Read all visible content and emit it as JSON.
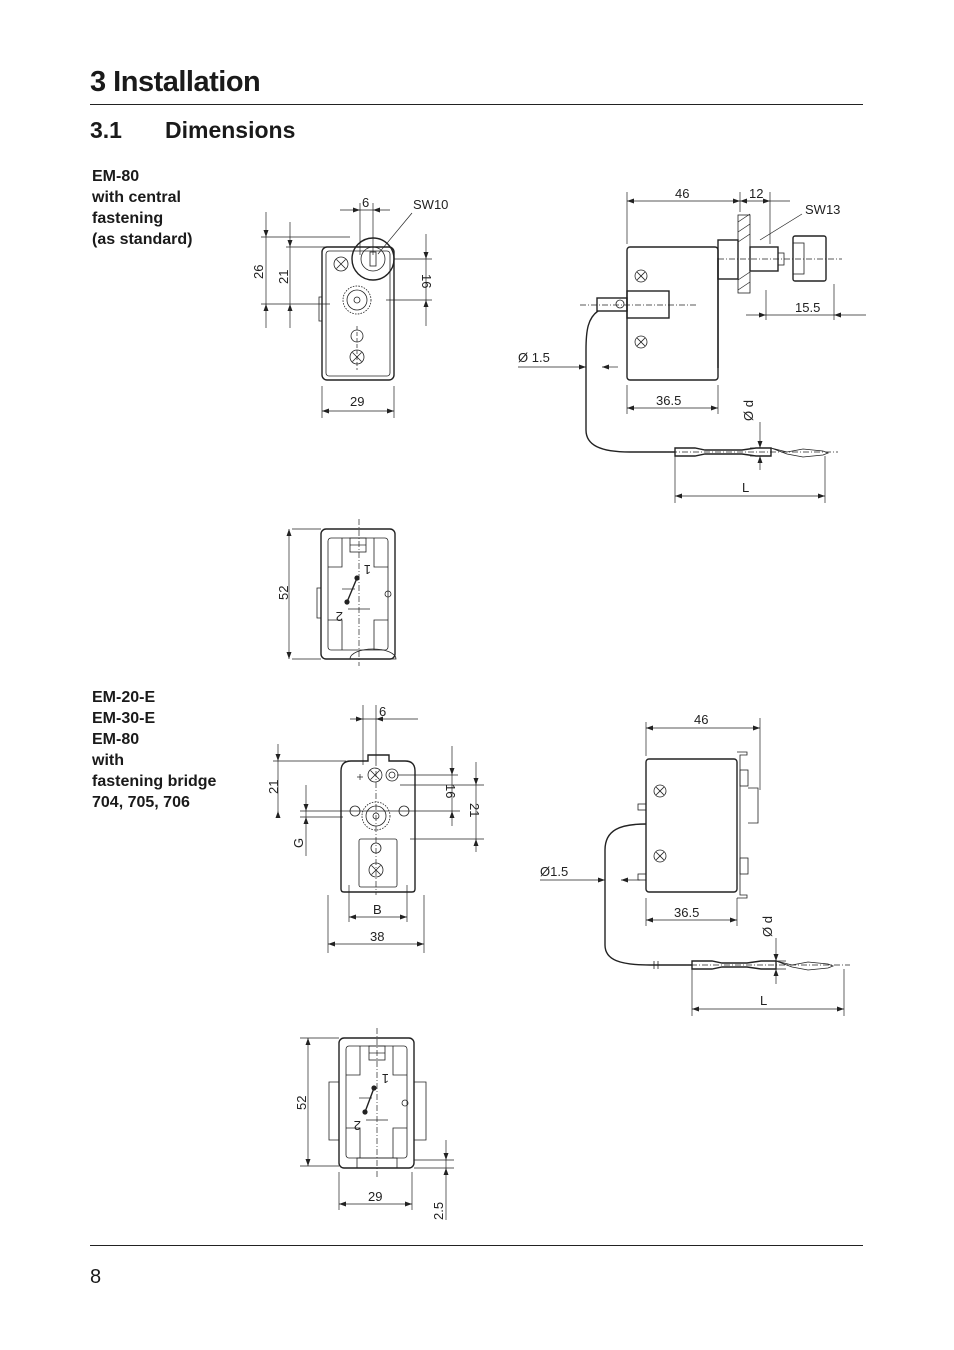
{
  "header": {
    "chapter": "3 Installation",
    "section_number": "3.1",
    "section_title": "Dimensions"
  },
  "captions": {
    "em80_central": [
      "EM-80",
      "with central",
      "fastening",
      "(as standard)"
    ],
    "fastening_bridge": [
      "EM-20-E",
      "EM-30-E",
      "EM-80",
      "with",
      "fastening bridge",
      "704, 705, 706"
    ]
  },
  "labels": {
    "d1": {
      "six": "6",
      "sw10": "SW10",
      "twentysix": "26",
      "twentyone": "21",
      "sixteen": "16",
      "twentynine": "29"
    },
    "d2": {
      "fortysix": "46",
      "twelve": "12",
      "sw13": "SW13",
      "fifteen5": "15.5",
      "dia15": "Ø 1.5",
      "thirtysix5": "36.5",
      "diad": "Ø d",
      "L": "L"
    },
    "d3": {
      "fiftytwo": "52",
      "sym1": "1",
      "sym2": "2"
    },
    "d4": {
      "six": "6",
      "twentyone_left": "21",
      "G": "G",
      "sixteen": "16",
      "twentyone_right": "21",
      "B": "B",
      "thirtyeight": "38"
    },
    "d5": {
      "fortysix": "46",
      "dia15": "Ø1.5",
      "thirtysix5": "36.5",
      "diad": "Ø d",
      "L": "L"
    },
    "d6": {
      "fiftytwo": "52",
      "twentynine": "29",
      "twopoint5": "2.5",
      "sym1": "1",
      "sym2": "2"
    }
  },
  "footer": {
    "page_number": "8"
  }
}
